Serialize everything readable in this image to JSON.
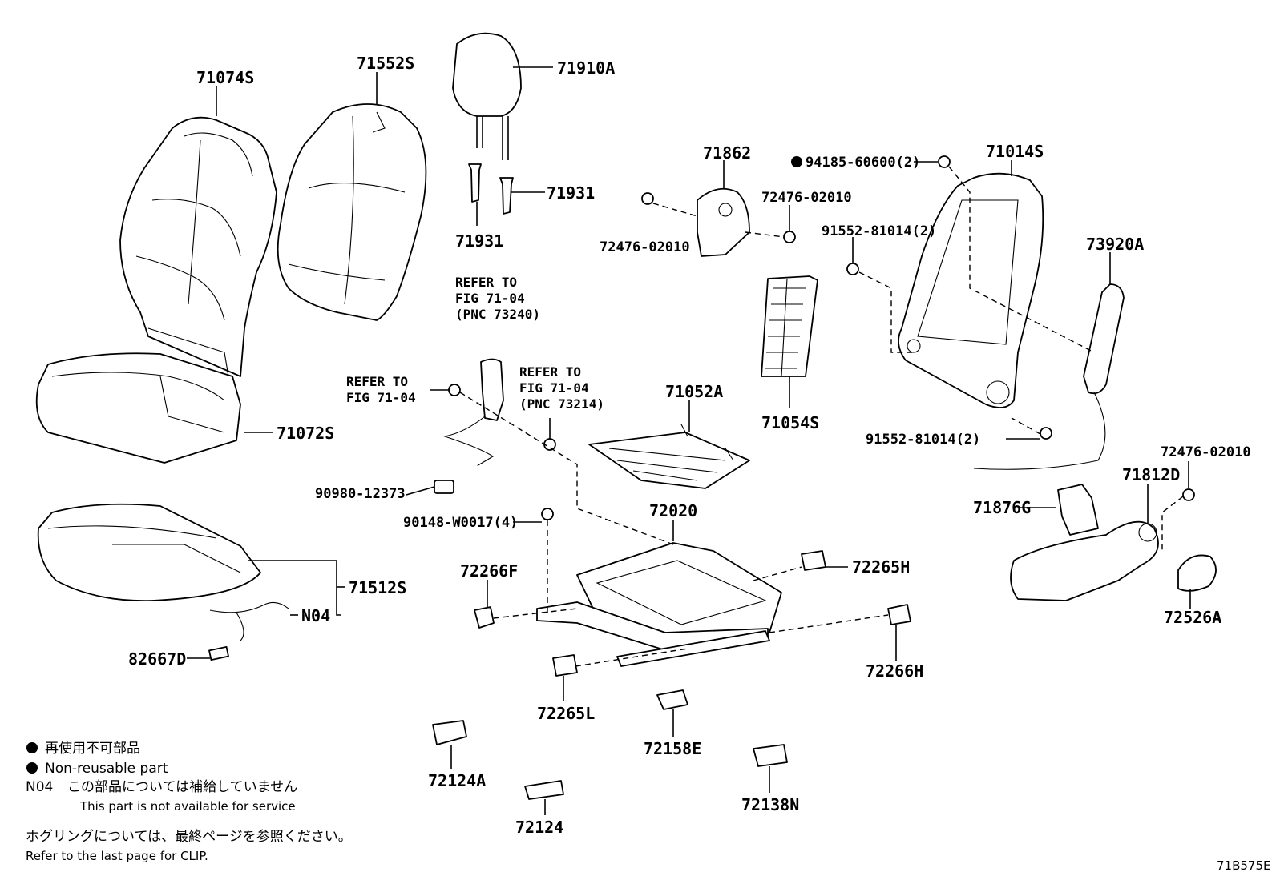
{
  "parts": {
    "p71074S": "71074S",
    "p71552S": "71552S",
    "p71910A": "71910A",
    "p71931_r": "71931",
    "p71931_b": "71931",
    "p71862": "71862",
    "p94185": "94185-60600(2)",
    "p71014S": "71014S",
    "p72476_a": "72476-02010",
    "p72476_b": "72476-02010",
    "p91552_a": "91552-81014(2)",
    "p73920A": "73920A",
    "p71072S": "71072S",
    "p71052A": "71052A",
    "p71054S": "71054S",
    "p91552_b": "91552-81014(2)",
    "p72476_c": "72476-02010",
    "p90980": "90980-12373",
    "p90148": "90148-W0017(4)",
    "p72020": "72020",
    "p71876G": "71876G",
    "p71812D": "71812D",
    "p71512S": "71512S",
    "pN04": "N04",
    "p82667D": "82667D",
    "p72266F": "72266F",
    "p72265H": "72265H",
    "p72526A": "72526A",
    "p72266H": "72266H",
    "p72265L": "72265L",
    "p72158E": "72158E",
    "p72124A": "72124A",
    "p72138N": "72138N",
    "p72124": "72124"
  },
  "refs": {
    "ref1": {
      "l1": "REFER TO",
      "l2": "FIG 71-04",
      "l3": "(PNC 73240)"
    },
    "ref2": {
      "l1": "REFER TO",
      "l2": "FIG 71-04"
    },
    "ref3": {
      "l1": "REFER TO",
      "l2": "FIG 71-04",
      "l3": "(PNC 73214)"
    }
  },
  "legend": {
    "jp_nonreusable": "再使用不可部品",
    "en_nonreusable": "Non-reusable part",
    "n04_code": "N04",
    "n04_jp": "この部品については補給していません",
    "n04_en": "This part is not available for service",
    "clip_jp": "ホグリングについては、最終ページを参照ください。",
    "clip_en": "Refer to the last page for CLIP."
  },
  "figure_id": "71B575E"
}
